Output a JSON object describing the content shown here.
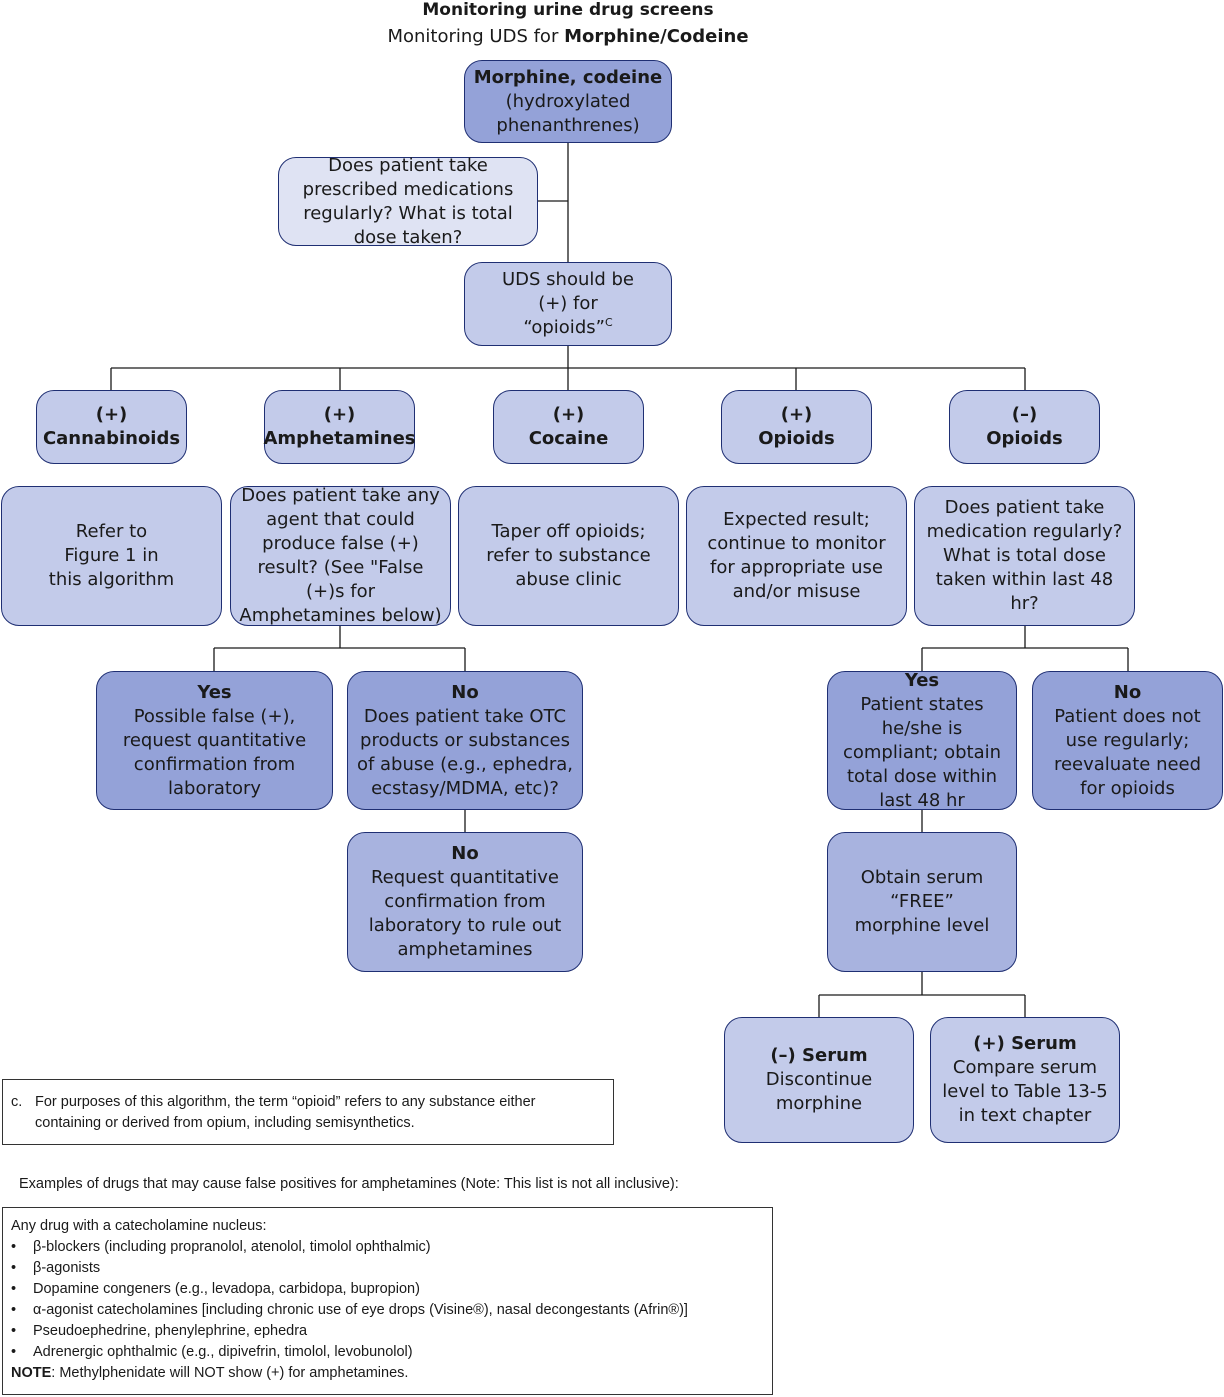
{
  "title": "Monitoring urine drug screens",
  "subtitle_prefix": "Monitoring UDS for ",
  "subtitle_bold": "Morphine/Codeine",
  "nodes": {
    "root": {
      "bold": "Morphine, codeine",
      "text": "(hydroxylated phenanthrenes)"
    },
    "question_prescribed": {
      "text": "Does patient take prescribed medications regularly? What is total dose taken?"
    },
    "uds_should_be": {
      "text": "UDS should be (+) for “opioids”",
      "sup": "C"
    },
    "cannabinoids": {
      "sign": "(+)",
      "label": "Cannabinoids"
    },
    "amphetamines": {
      "sign": "(+)",
      "label": "Amphetamines"
    },
    "cocaine": {
      "sign": "(+)",
      "label": "Cocaine"
    },
    "opioids_pos": {
      "sign": "(+)",
      "label": "Opioids"
    },
    "opioids_neg": {
      "sign": "(–)",
      "label": "Opioids"
    },
    "refer_figure": {
      "text": "Refer to Figure 1 in this algorithm"
    },
    "amph_question": {
      "text": "Does patient take any agent that could produce false (+) result? (See \"False (+)s for Amphetamines below)"
    },
    "taper": {
      "text": "Taper off opioids; refer to substance abuse clinic"
    },
    "expected": {
      "text": "Expected result; continue to monitor for appropriate use and/or misuse"
    },
    "neg_question": {
      "text": "Does patient take medication regularly? What is total dose taken within last 48 hr?"
    },
    "amph_yes": {
      "bold": "Yes",
      "text": "Possible false (+), request quantitative confirmation from laboratory"
    },
    "amph_no": {
      "bold": "No",
      "text": "Does patient take OTC products or substances of abuse (e.g., ephedra, ecstasy/MDMA, etc)?"
    },
    "amph_no2": {
      "bold": "No",
      "text": "Request quantitative confirmation from laboratory to rule out amphetamines"
    },
    "neg_yes": {
      "bold": "Yes",
      "text": "Patient states he/she is compliant; obtain total dose within last 48 hr"
    },
    "neg_no": {
      "bold": "No",
      "text": "Patient does not use regularly; reevaluate need for opioids"
    },
    "obtain_serum": {
      "text": "Obtain serum “FREE” morphine level"
    },
    "serum_neg": {
      "bold": "(–) Serum",
      "text": "Discontinue morphine"
    },
    "serum_pos": {
      "bold": "(+) Serum",
      "text": "Compare serum level to Table 13-5 in text chapter"
    }
  },
  "footnote": {
    "label": "c.",
    "text": "For purposes of this algorithm, the term “opioid” refers to any substance either containing or derived from opium, including semisynthetics."
  },
  "examples_intro": "Examples of drugs that may cause false positives for amphetamines (Note: This list is not all inclusive):",
  "drug_list": {
    "heading": "Any drug with a catecholamine nucleus:",
    "items": [
      "β-blockers (including propranolol, atenolol, timolol ophthalmic)",
      "β-agonists",
      "Dopamine congeners (e.g., levadopa, carbidopa, bupropion)",
      "α-agonist catecholamines [including chronic use of eye drops (Visine®),  nasal decongestants (Afrin®)]",
      "Pseudoephedrine, phenylephrine, ephedra",
      "Adrenergic ophthalmic (e.g., dipivefrin, timolol, levobunolol)"
    ],
    "note_bold": "NOTE",
    "note_text": ": Methylphenidate will NOT show (+) for amphetamines."
  }
}
